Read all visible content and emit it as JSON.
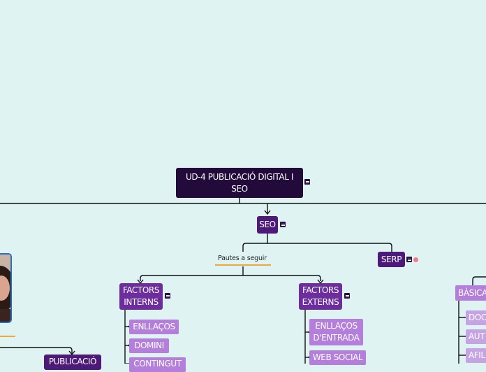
{
  "map": {
    "root": {
      "line1": "UD-4 PUBLICACIÓ DIGITAL I",
      "line2": "SEO"
    },
    "seo": "SEO",
    "pautes": "Pautes a seguir",
    "serp": "SERP",
    "factors_interns": {
      "line1": "FACTORS",
      "line2": "INTERNS"
    },
    "factors_externs": {
      "line1": "FACTORS",
      "line2": "EXTERNS"
    },
    "interns_items": [
      "ENLLAÇOS",
      "DOMINI",
      "CONTINGUT"
    ],
    "externs_items": [
      {
        "line1": "ENLLAÇOS",
        "line2": "D'ENTRADA"
      },
      {
        "line1": "WEB SOCIAL"
      }
    ],
    "basica": "BÀSICA",
    "basica_items": [
      "DOC",
      "AUT",
      "AFIL"
    ],
    "publicacio": "PUBLICACIÓ"
  },
  "colors": {
    "background": "#dff4f2",
    "root": "#220b3a",
    "main": "#4d1a7a",
    "sub": "#6d2d9e",
    "leaf": "#b37fdb",
    "accent_underline": "#f0a83c",
    "image_border": "#2a6ec0"
  }
}
